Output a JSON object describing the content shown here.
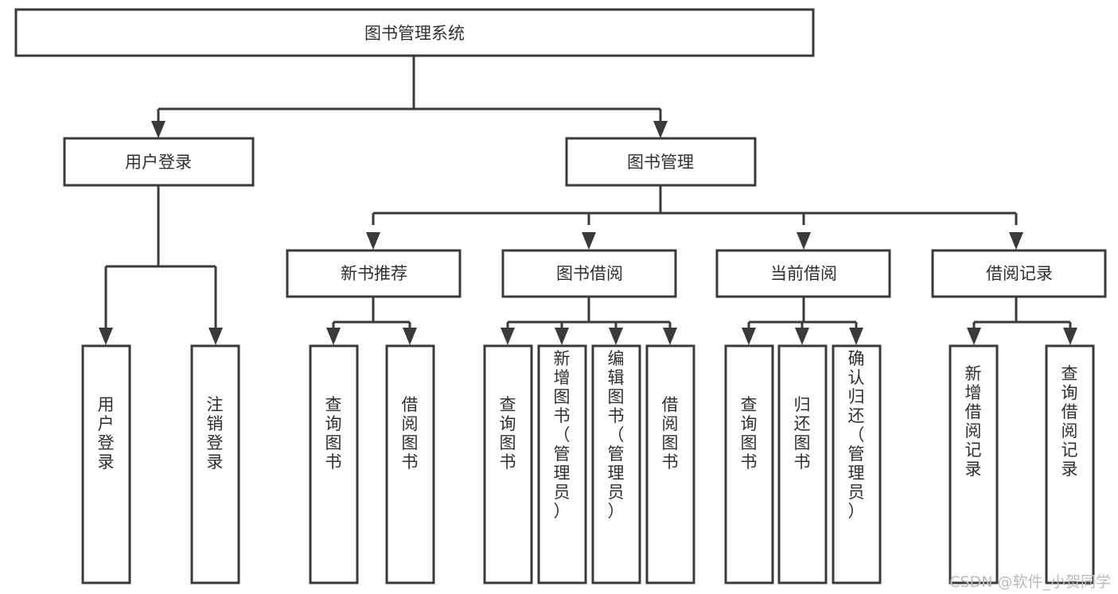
{
  "diagram": {
    "type": "tree-hierarchy",
    "title": "图书管理系统",
    "orientation": "top-down",
    "colors": {
      "box_stroke": "#3a3a3a",
      "box_fill": "#ffffff",
      "connector": "#3a3a3a",
      "text": "#2f2f2f",
      "background": "#ffffff",
      "watermark": "#b9b9b9"
    },
    "levels": {
      "root": {
        "label": "图书管理系统"
      },
      "level2": [
        {
          "label": "用户登录"
        },
        {
          "label": "图书管理"
        }
      ],
      "level3": [
        {
          "label": "新书推荐"
        },
        {
          "label": "图书借阅"
        },
        {
          "label": "当前借阅"
        },
        {
          "label": "借阅记录"
        }
      ],
      "leaves": {
        "user_login": [
          {
            "label": "用户登录"
          },
          {
            "label": "注销登录"
          }
        ],
        "new_book_recommend": [
          {
            "label": "查询图书"
          },
          {
            "label": "借阅图书"
          }
        ],
        "book_borrow": [
          {
            "label": "查询图书"
          },
          {
            "label": "新增图书（管理员）"
          },
          {
            "label": "编辑图书（管理员）"
          },
          {
            "label": "借阅图书"
          }
        ],
        "current_borrow": [
          {
            "label": "查询图书"
          },
          {
            "label": "归还图书"
          },
          {
            "label": "确认归还（管理员）"
          }
        ],
        "borrow_record": [
          {
            "label": "新增借阅记录"
          },
          {
            "label": "查询借阅记录"
          }
        ]
      }
    }
  },
  "watermark": {
    "text": "CSDN @软件_小贺同学"
  }
}
